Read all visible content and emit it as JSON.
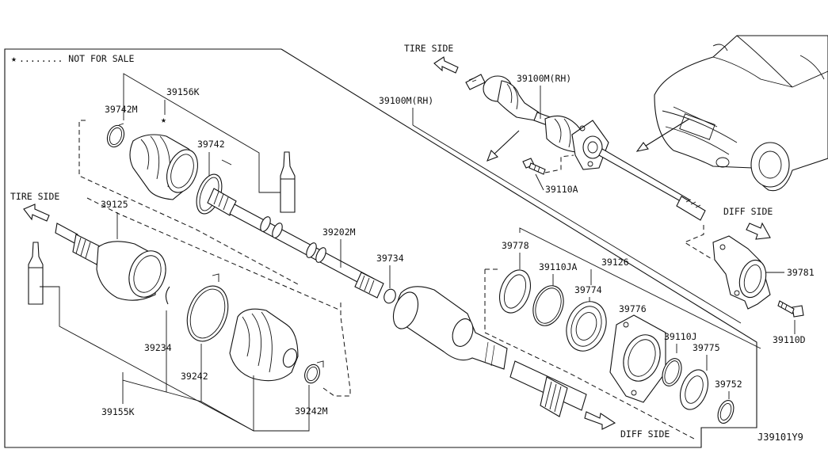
{
  "legend": {
    "marker": "★",
    "text": "........ NOT FOR SALE"
  },
  "directions": {
    "tire_side_upper": "TIRE SIDE",
    "tire_side_left": "TIRE SIDE",
    "diff_side_right": "DIFF SIDE",
    "diff_side_bottom": "DIFF SIDE"
  },
  "parts": {
    "p39742M": "39742M",
    "p39156K": "39156K",
    "p39742": "39742",
    "p39100M_RH_upper": "39100M(RH)",
    "p39100M_RH_mid": "39100M(RH)",
    "p39110A": "39110A",
    "p39125": "39125",
    "p39202M": "39202M",
    "p39734": "39734",
    "p39778": "39778",
    "p39110JA": "39110JA",
    "p39126": "39126",
    "p39774": "39774",
    "p39776": "39776",
    "p39110J": "39110J",
    "p39775": "39775",
    "p39752": "39752",
    "p39781": "39781",
    "p39110D": "39110D",
    "p39234": "39234",
    "p39242": "39242",
    "p39155K": "39155K",
    "p39242M": "39242M"
  },
  "diagram_code": "J39101Y9"
}
